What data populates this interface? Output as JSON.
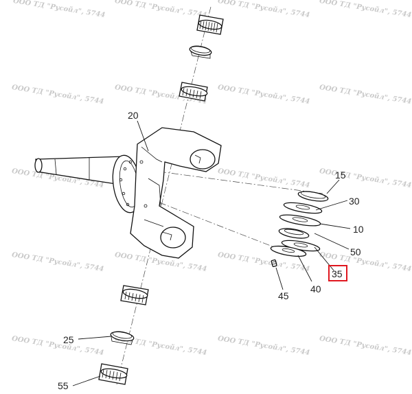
{
  "watermark_text": "ООО ТД \"Русойл\", 5744",
  "callouts": {
    "c15": "15",
    "c20": "20",
    "c30": "30",
    "c10": "10",
    "c50": "50",
    "c35": "35",
    "c40": "40",
    "c45": "45",
    "c25": "25",
    "c55": "55"
  },
  "highlight_color": "#e0161e"
}
